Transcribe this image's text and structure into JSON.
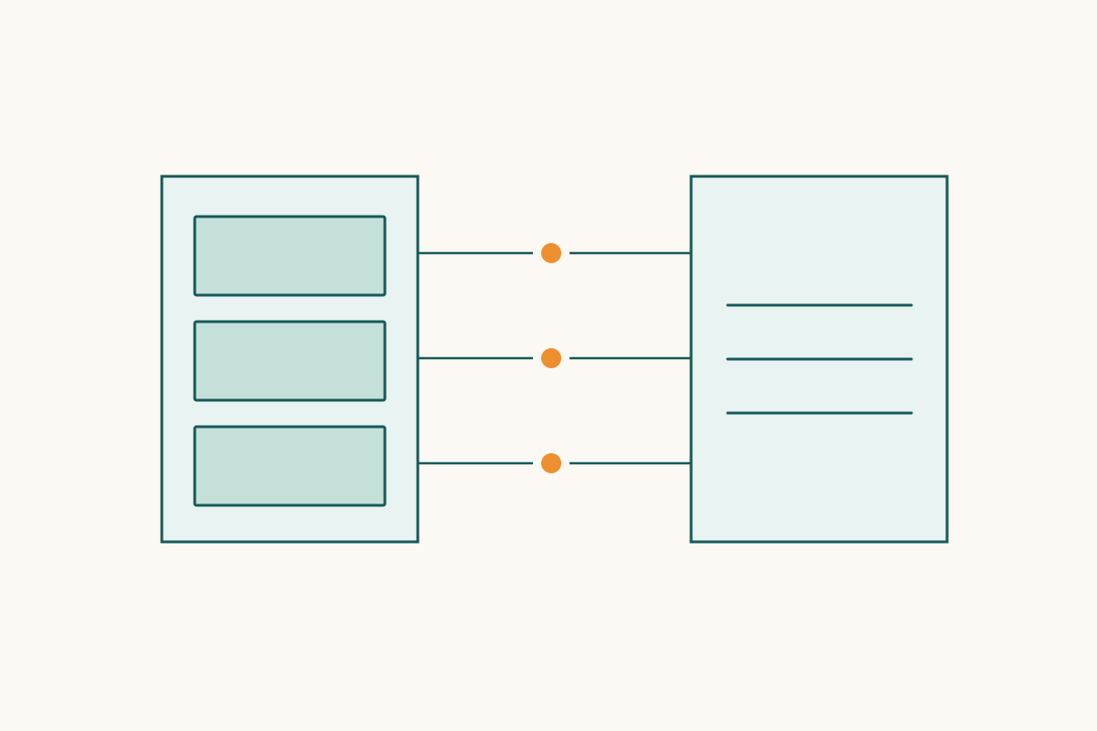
{
  "diagram": {
    "colors": {
      "background": "#fcf8f3",
      "stroke": "#16595a",
      "panel_fill": "#e9f3f1",
      "slot_fill": "#c5e0d9",
      "connector_dot": "#ee8f2f"
    },
    "left_panel": {
      "slots": 3
    },
    "connectors": {
      "count": 3
    },
    "right_panel": {
      "text_lines": 3
    },
    "labels": []
  }
}
